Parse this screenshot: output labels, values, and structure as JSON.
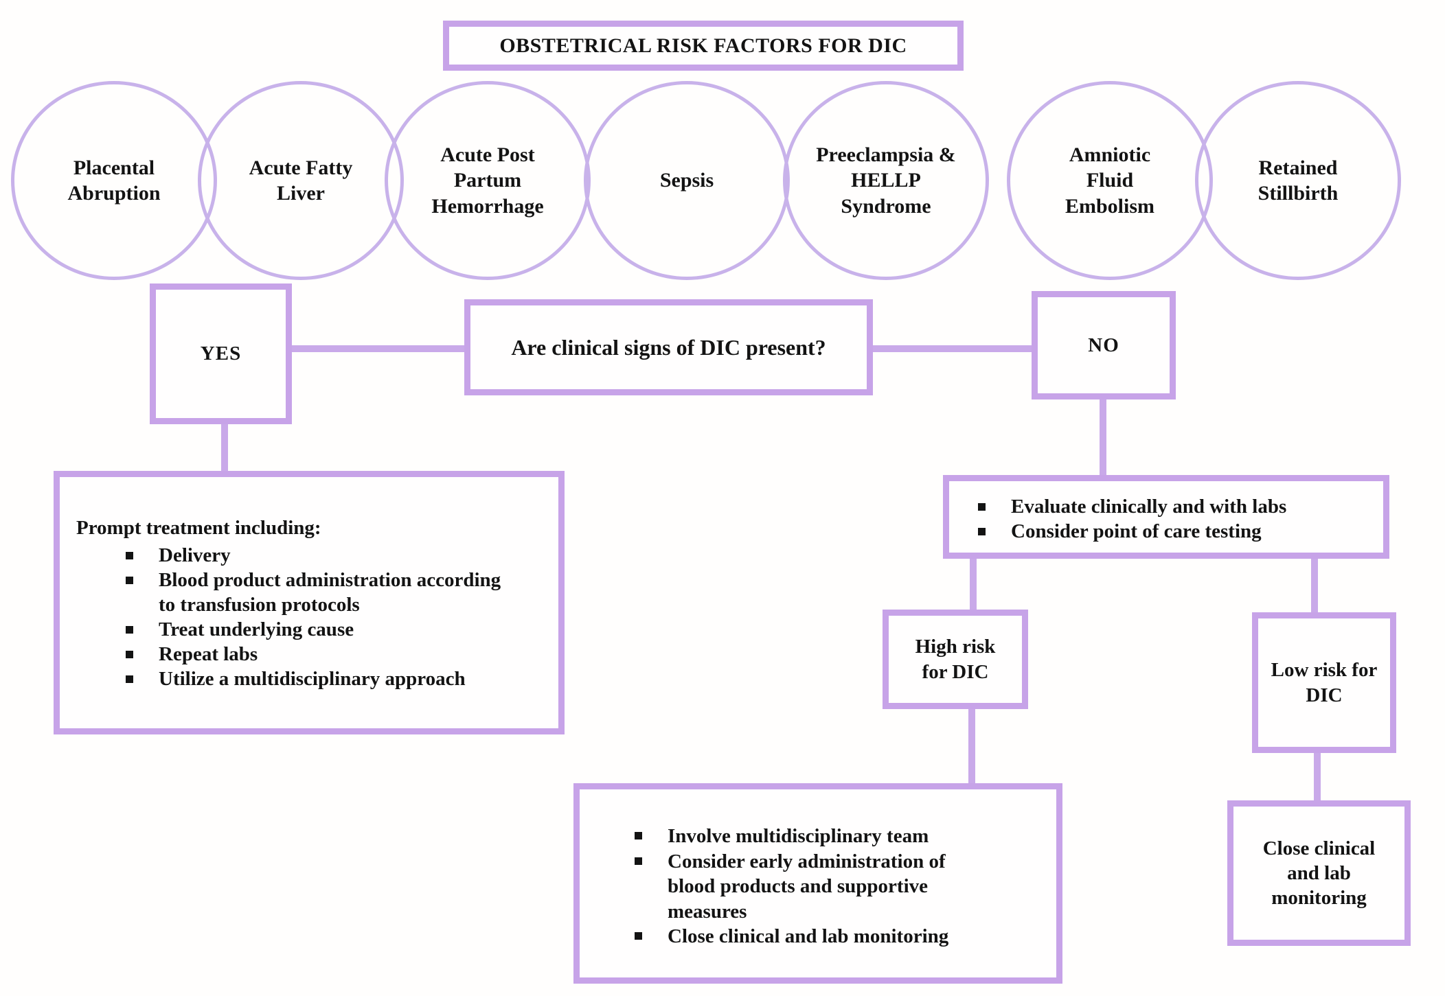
{
  "title": "OBSTETRICAL RISK FACTORS FOR DIC",
  "risk_factors": [
    "Placental Abruption",
    "Acute Fatty Liver",
    "Acute Post Partum Hemorrhage",
    "Sepsis",
    "Preeclampsia & HELLP Syndrome",
    "Amniotic Fluid Embolism",
    "Retained Stillbirth"
  ],
  "decision": {
    "question": "Are clinical signs of DIC present?",
    "yes_label": "YES",
    "no_label": "NO"
  },
  "yes_branch": {
    "heading": "Prompt treatment including:",
    "bullets": [
      "Delivery",
      "Blood product administration according to transfusion protocols",
      "Treat underlying cause",
      "Repeat labs",
      "Utilize a multidisciplinary approach"
    ]
  },
  "no_branch": {
    "evaluation_bullets": [
      "Evaluate clinically and with labs",
      "Consider point of care testing"
    ],
    "high_risk": {
      "label": "High risk for DIC",
      "actions": [
        "Involve multidisciplinary team",
        "Consider early administration of blood products and supportive measures",
        "Close clinical and lab monitoring"
      ]
    },
    "low_risk": {
      "label": "Low risk for DIC",
      "action": "Close clinical and lab monitoring"
    }
  },
  "colors": {
    "box_border": "#c7a3e8",
    "circle_stroke": "#c8b2ea",
    "connector": "#c9a9e9",
    "text": "#131313",
    "background": "#fffefd"
  }
}
